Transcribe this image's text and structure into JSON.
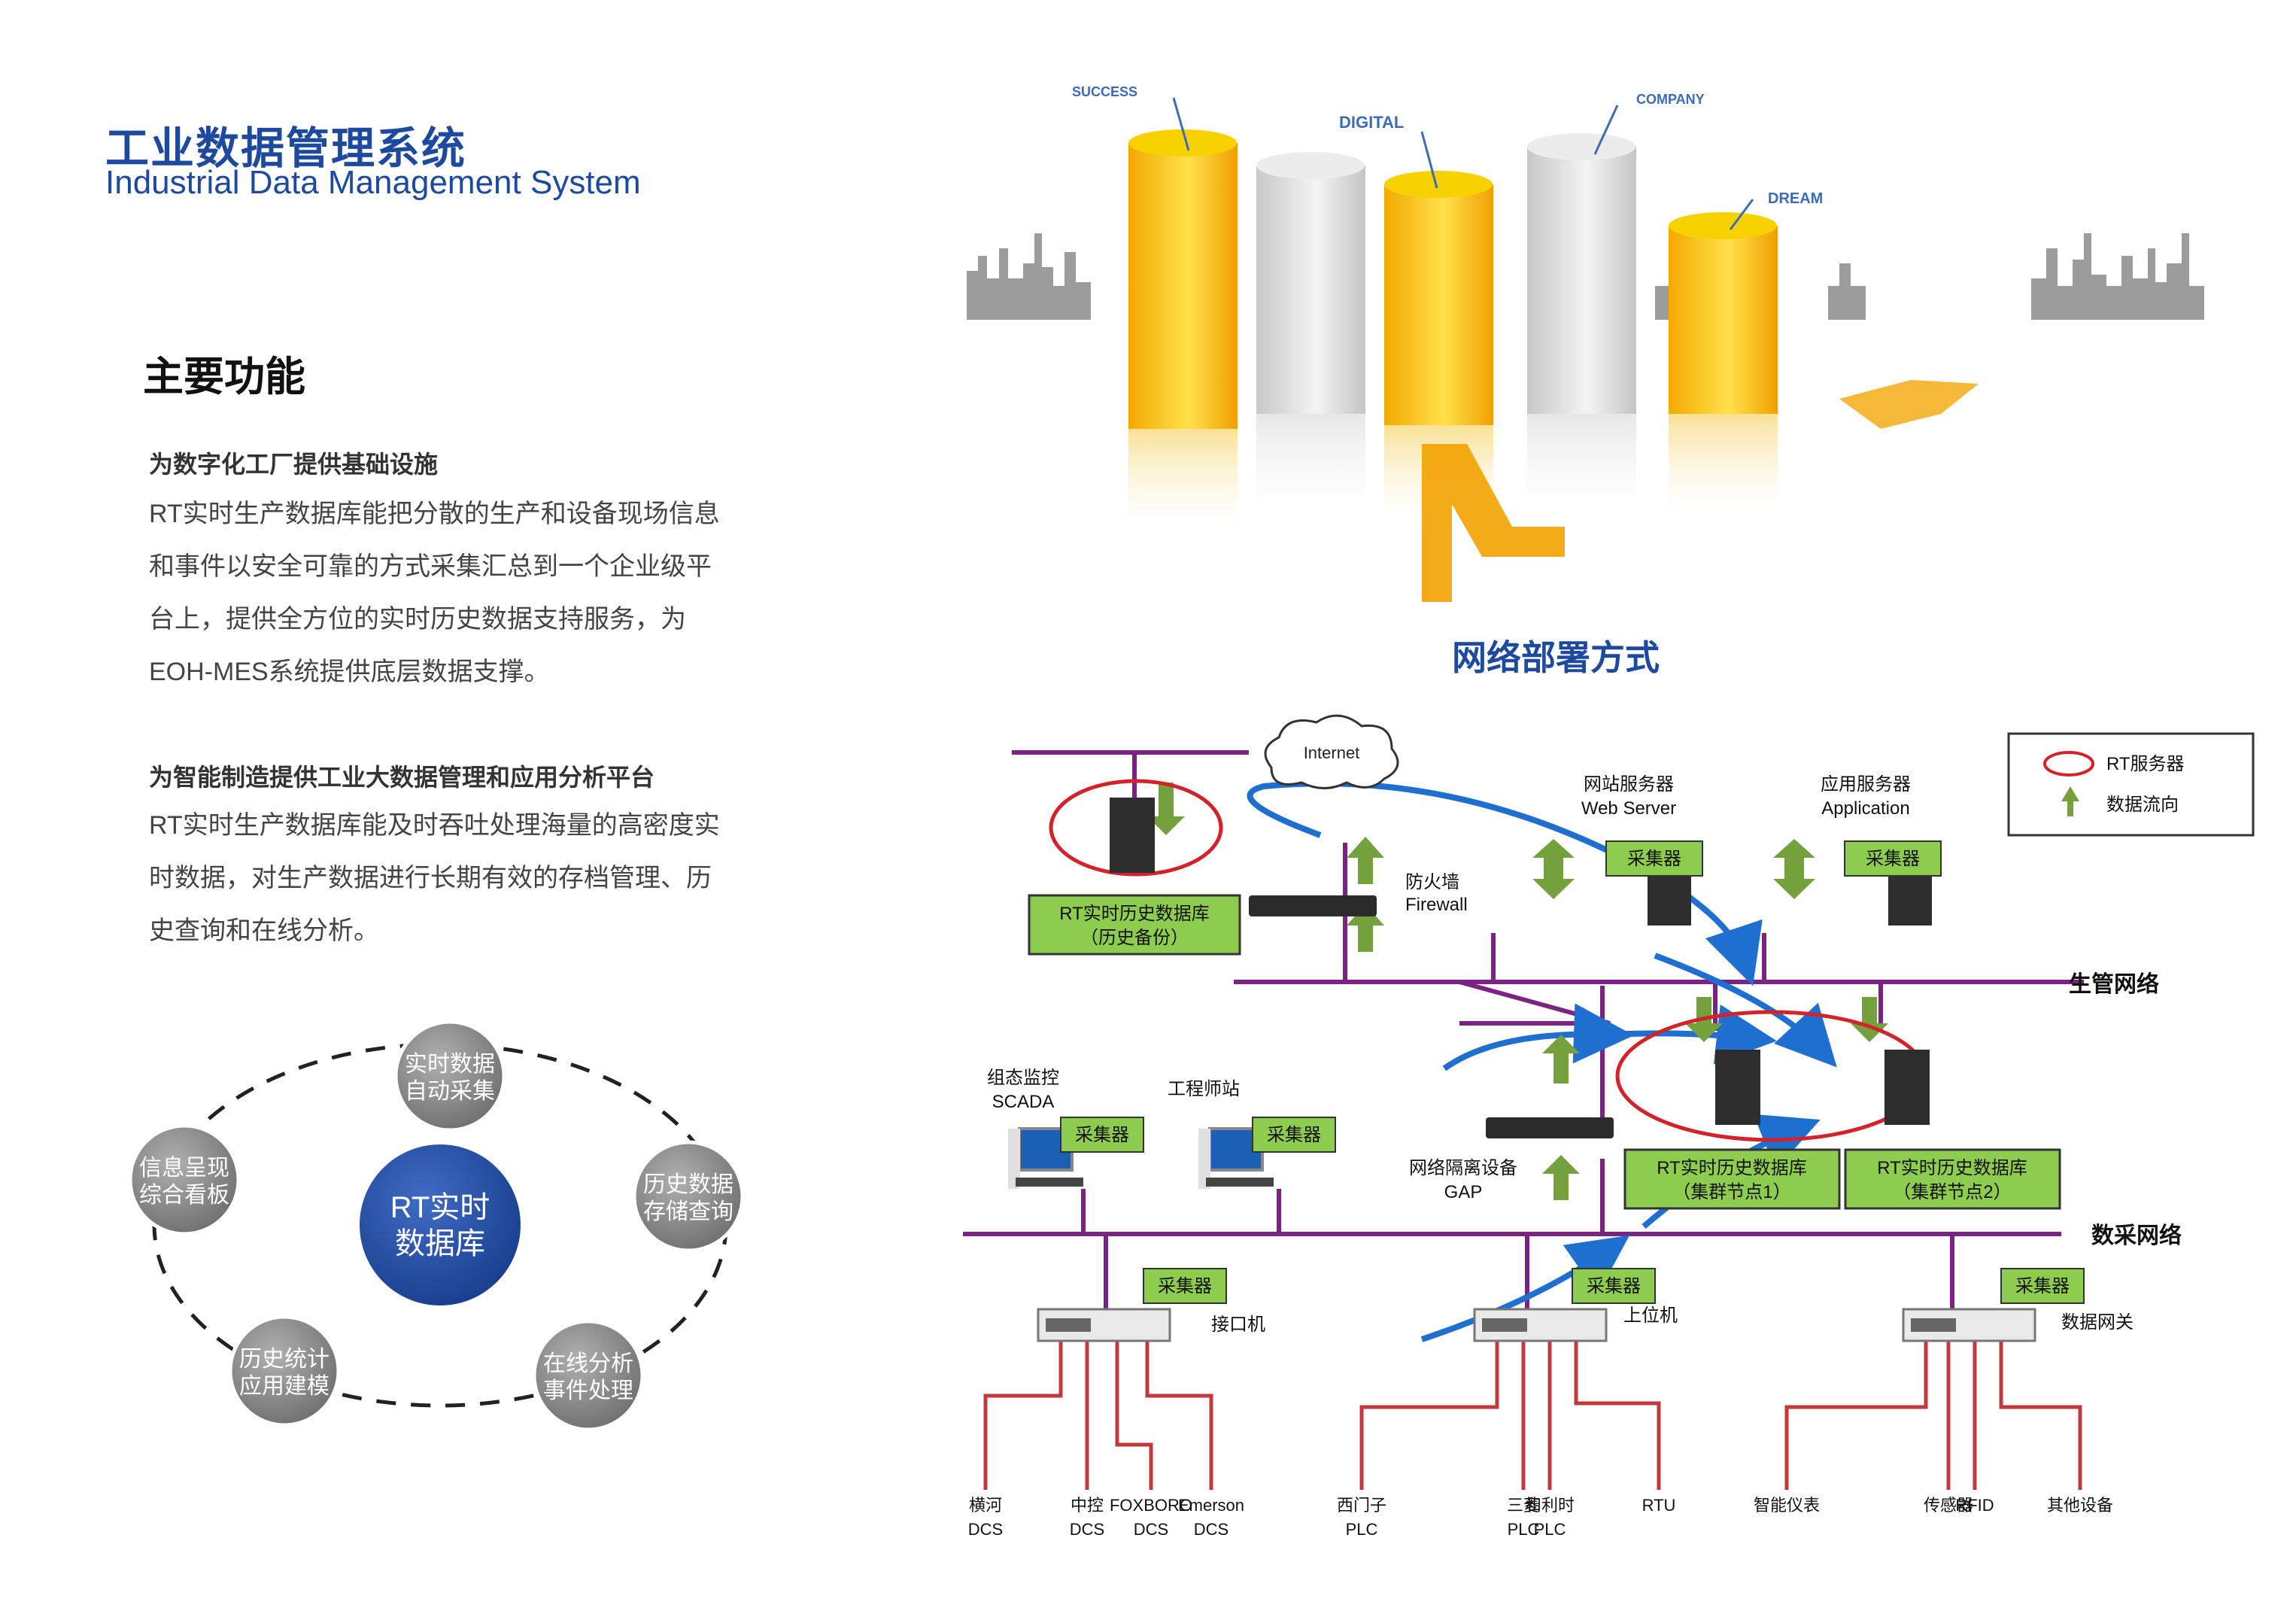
{
  "header": {
    "title_cn": "工业数据管理系统",
    "title_en": "Industrial Data Management System"
  },
  "features": {
    "section_title": "主要功能",
    "items": [
      {
        "heading": "为数字化工厂提供基础设施",
        "lines": [
          "RT实时生产数据库能把分散的生产和设备现场信息",
          "和事件以安全可靠的方式采集汇总到一个企业级平",
          "台上，提供全方位的实时历史数据支持服务，为",
          "EOH-MES系统提供底层数据支撑。"
        ]
      },
      {
        "heading": "为智能制造提供工业大数据管理和应用分析平台",
        "lines": [
          "RT实时生产数据库能及时吞吐处理海量的高密度实",
          "时数据，对生产数据进行长期有效的存档管理、历",
          "史查询和在线分析。"
        ]
      }
    ]
  },
  "cycle": {
    "center": [
      "RT实时",
      "数据库"
    ],
    "nodes": [
      {
        "lines": [
          "实时数据",
          "自动采集"
        ]
      },
      {
        "lines": [
          "历史数据",
          "存储查询"
        ]
      },
      {
        "lines": [
          "在线分析",
          "事件处理"
        ]
      },
      {
        "lines": [
          "历史统计",
          "应用建模"
        ]
      },
      {
        "lines": [
          "信息呈现",
          "综合看板"
        ]
      }
    ]
  },
  "hero": {
    "labels": [
      "SUCCESS",
      "DIGITAL",
      "COMPANY",
      "DREAM"
    ]
  },
  "network": {
    "title": "网络部署方式",
    "legend": {
      "server": "RT服务器",
      "flow": "数据流向"
    },
    "internet": "Internet",
    "firewall": [
      "防火墙",
      "Firewall"
    ],
    "web_server": [
      "网站服务器",
      "Web Server"
    ],
    "app_server": [
      "应用服务器",
      "Application"
    ],
    "collector": "采集器",
    "backup_db": [
      "RT实时历史数据库",
      "（历史备份）"
    ],
    "cluster1": [
      "RT实时历史数据库",
      "（集群节点1）"
    ],
    "cluster2": [
      "RT实时历史数据库",
      "（集群节点2）"
    ],
    "prod_net": "生管网络",
    "acq_net": "数采网络",
    "scada": [
      "组态监控",
      "SCADA"
    ],
    "eng_station": "工程师站",
    "gap": [
      "网络隔离设备",
      "GAP"
    ],
    "interface_machine": "接口机",
    "host_machine": "上位机",
    "gateway": "数据网关",
    "devices": [
      [
        "横河",
        "DCS"
      ],
      [
        "中控",
        "DCS"
      ],
      [
        "FOXBORO",
        "DCS"
      ],
      [
        "Emerson",
        "DCS"
      ],
      [
        "西门子",
        "PLC"
      ],
      [
        "三菱",
        "PLC"
      ],
      [
        "和利时",
        "PLC"
      ],
      [
        "RTU"
      ],
      [
        "智能仪表"
      ],
      [
        "传感器"
      ],
      [
        "RFID"
      ],
      [
        "其他设备"
      ]
    ]
  }
}
